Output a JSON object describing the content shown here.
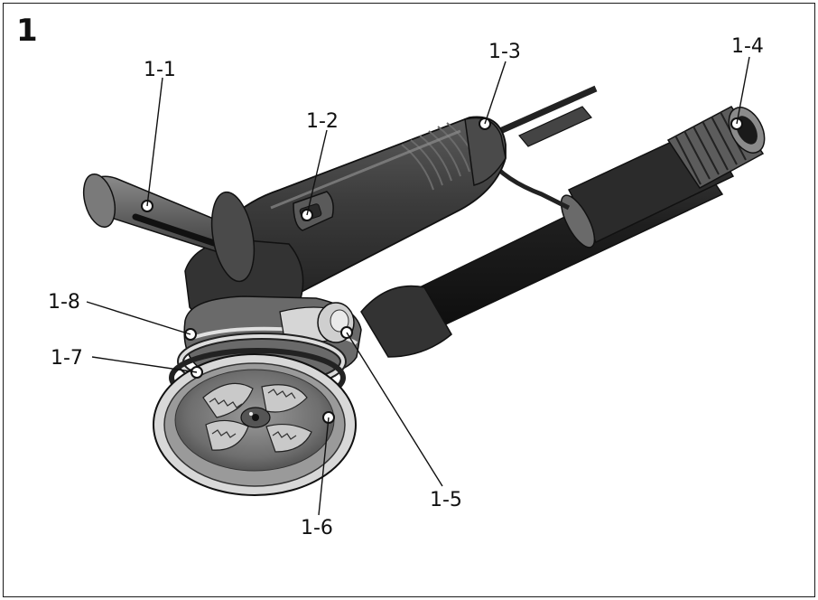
{
  "figure": {
    "number": "1",
    "labels": {
      "l1_1": "1-1",
      "l1_2": "1-2",
      "l1_3": "1-3",
      "l1_4": "1-4",
      "l1_5": "1-5",
      "l1_6": "1-6",
      "l1_7": "1-7",
      "l1_8": "1-8"
    }
  }
}
